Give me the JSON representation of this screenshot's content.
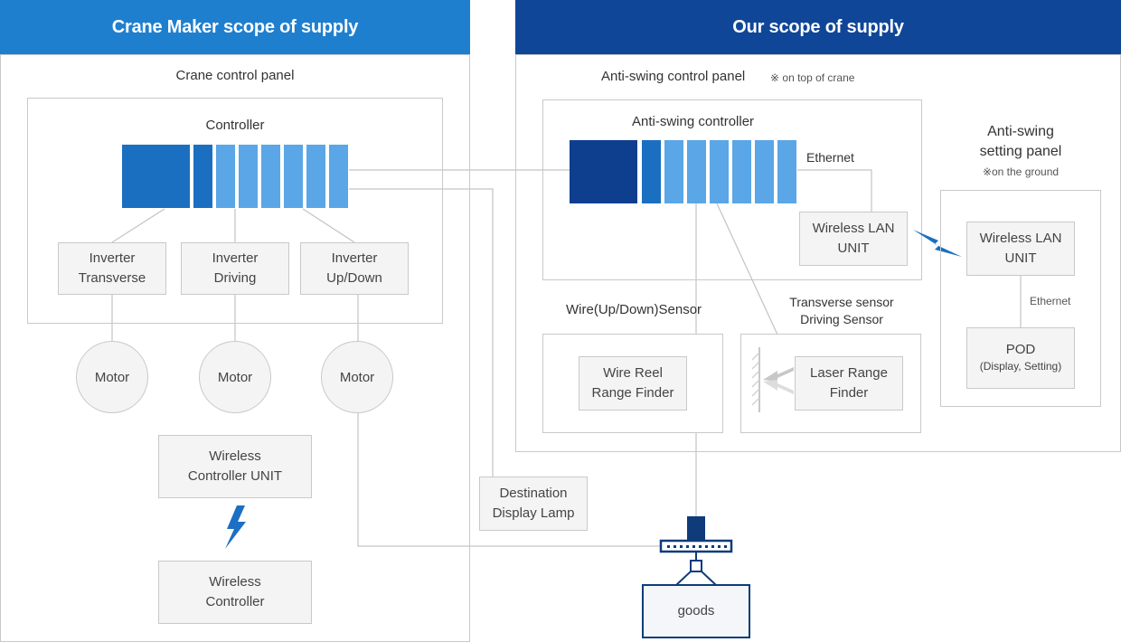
{
  "left_section": {
    "header": "Crane Maker scope of supply",
    "panel_title": "Crane control panel",
    "controller_label": "Controller",
    "inverters": [
      "Inverter\nTransverse",
      "Inverter\nDriving",
      "Inverter\nUp/Down"
    ],
    "motors": [
      "Motor",
      "Motor",
      "Motor"
    ],
    "wireless_controller_unit": "Wireless\nController UNIT",
    "wireless_controller": "Wireless\nController",
    "destination_lamp": "Destination\nDisplay Lamp"
  },
  "right_section": {
    "header": "Our scope of supply",
    "panel_title": "Anti-swing control panel",
    "panel_note": "※ on top of crane",
    "controller_label": "Anti-swing controller",
    "ethernet_label": "Ethernet",
    "wireless_lan_unit": "Wireless LAN\nUNIT",
    "wire_sensor_title": "Wire(Up/Down)Sensor",
    "wire_reel": "Wire Reel\nRange Finder",
    "transverse_sensor_title": "Transverse sensor\nDriving Sensor",
    "laser_range_finder": "Laser Range\nFinder",
    "setting_panel_title": "Anti-swing\nsetting panel",
    "setting_panel_note": "※on the ground",
    "setting_wireless_lan_unit": "Wireless LAN\nUNIT",
    "setting_ethernet": "Ethernet",
    "pod_title": "POD",
    "pod_sub": "(Display, Setting)"
  },
  "load": {
    "goods": "goods"
  },
  "colors": {
    "header_left": "#1f7fcf",
    "header_right": "#0f4698",
    "module_light": "#5aa6e6",
    "module_mid": "#1a6fc0",
    "module_dark": "#0e3f8e",
    "lightning": "#1c6fc2",
    "line": "#c3c3c3",
    "hook": "#0f3b7a"
  }
}
